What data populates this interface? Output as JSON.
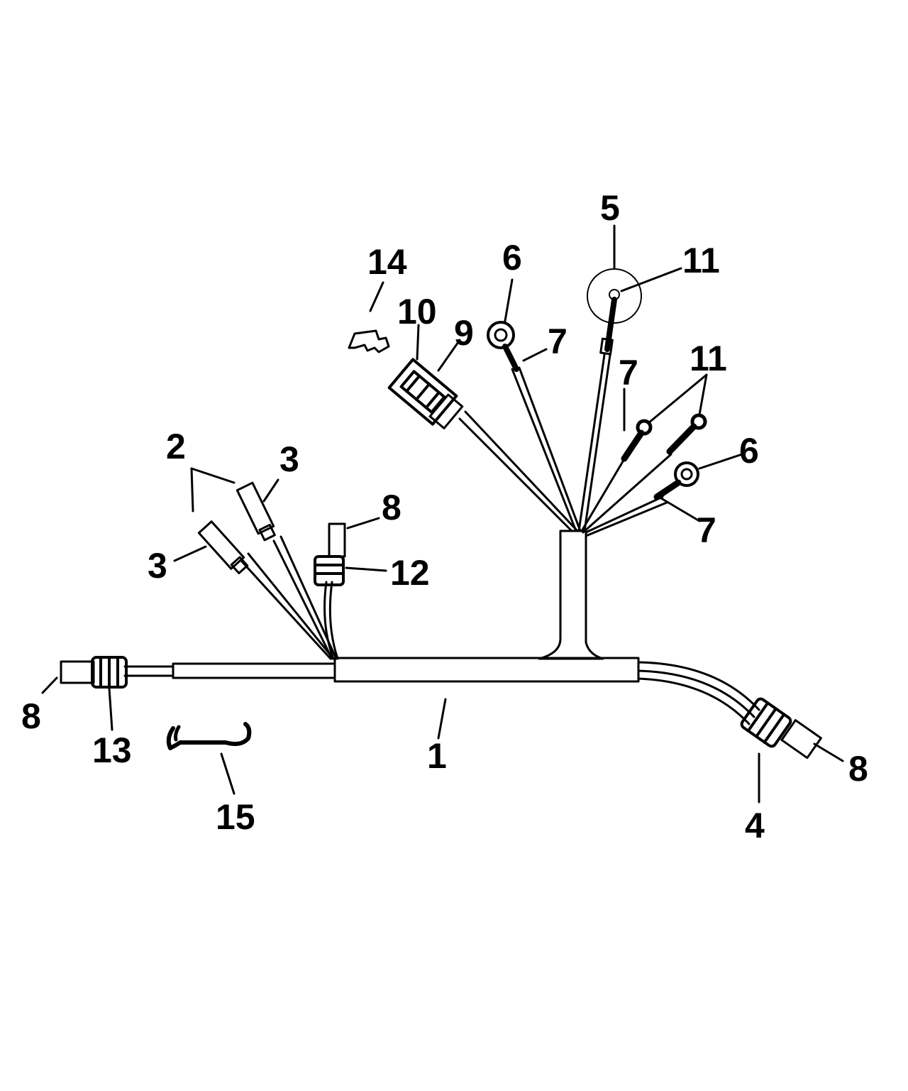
{
  "diagram": {
    "callouts": {
      "c1": "1",
      "c2": "2",
      "c3a": "3",
      "c3b": "3",
      "c4": "4",
      "c5": "5",
      "c6a": "6",
      "c6b": "6",
      "c7a": "7",
      "c7b": "7",
      "c7c": "7",
      "c8a": "8",
      "c8b": "8",
      "c8c": "8",
      "c9": "9",
      "c10": "10",
      "c11a": "11",
      "c11b": "11",
      "c12": "12",
      "c13": "13",
      "c14": "14",
      "c15": "15"
    }
  }
}
